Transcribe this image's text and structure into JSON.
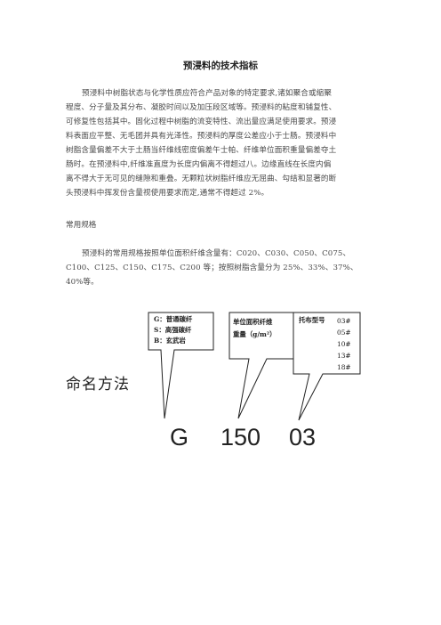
{
  "document": {
    "title": "预浸料的技术指标",
    "paragraph1_lines": [
      "预浸料中树脂状态与化学性质应符合产品对象的特定要求,诸如聚合或缩聚",
      "程度、分子量及其分布、凝胶时间以及加压段区域等。预浸料的粘度和铺复性、",
      "可修复性包括其中。固化过程中树脂的流变特性、流出量应满足使用要求。预浸",
      "料表面应平整、无毛团并具有光泽性。预浸料的厚度公差应小于士肠。预浸料中",
      "树脂含量偏差不大于土肠当纤维线密度偏差午士帕、纤维单位面积重量偏差夺土",
      "肠时。在预浸料中,纤维准直度为长度内偏离不得超过八。边缘直线在长度内偏",
      "离不得大于无可见的缝隙和重叠。无颗粒状树脂纤维应无屈曲、勾结和显著的断",
      "头预浸料中挥发份含量视使用要求而定,通常不得超过 2%。"
    ],
    "section_heading": "常用规格",
    "paragraph2_lines": [
      "预浸料的常用规格按照单位面积纤维含量有：C020、C030、C050、C075、",
      "C100、C125、C150、C175、C200 等；按照树脂含量分为 25%、33%、37%、",
      "40%等。"
    ]
  },
  "diagram": {
    "naming_label": "命名方法",
    "box1_lines": [
      "G：普通碳纤",
      "S：高强碳纤",
      "B：玄武岩"
    ],
    "box2_lines": [
      "单位面积纤维",
      "重量（g/m²）"
    ],
    "box3_header": "托布型号",
    "box3_codes": [
      "03#",
      "05#",
      "10#",
      "13#",
      "18#"
    ],
    "code_parts": [
      "G",
      "150",
      "03"
    ]
  }
}
